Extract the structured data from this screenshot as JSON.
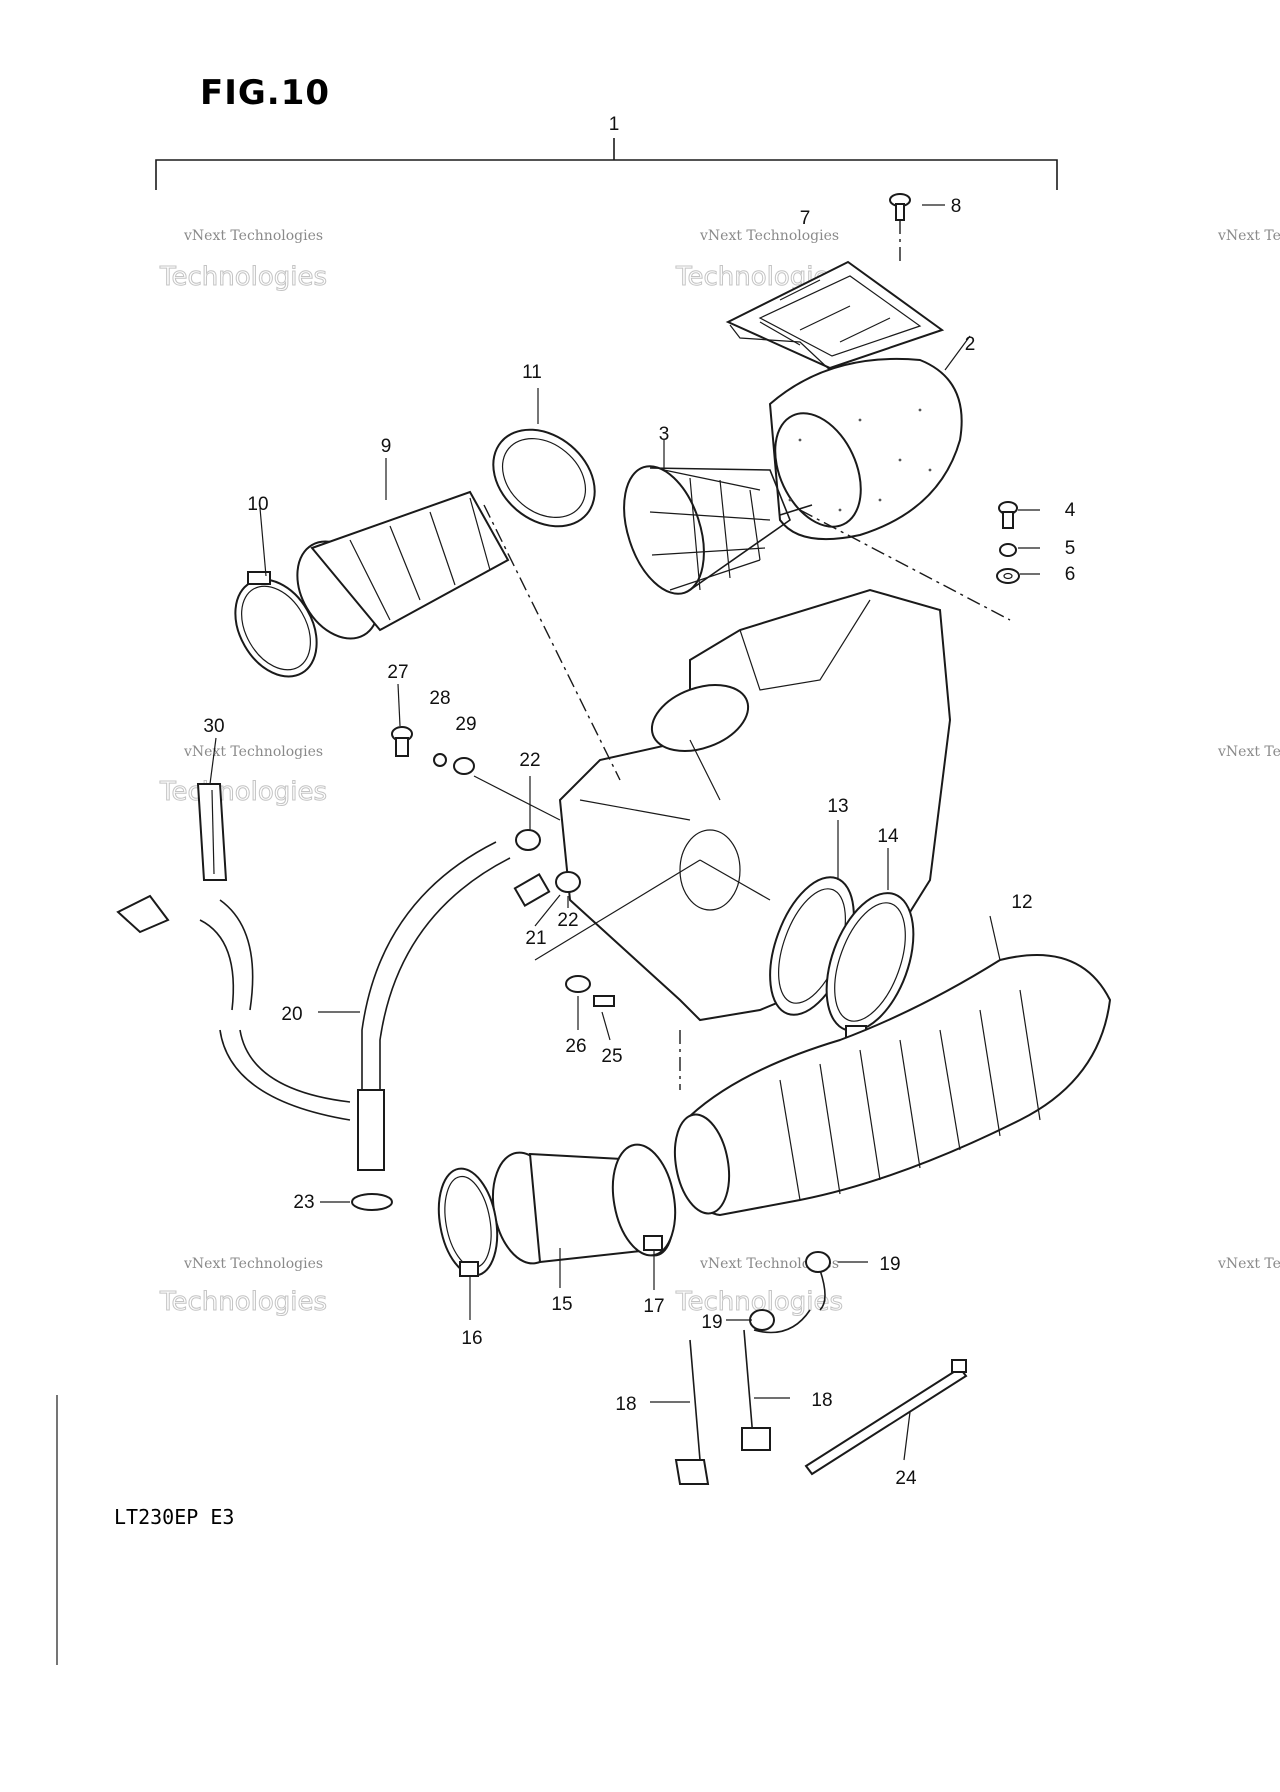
{
  "figure": {
    "title": "FIG.10",
    "model": "LT230EP  E3"
  },
  "watermark": {
    "line1": "vNext Technologies",
    "line2": "vNext Technologies"
  },
  "parts": [
    {
      "id": "1",
      "label": "1"
    },
    {
      "id": "2",
      "label": "2"
    },
    {
      "id": "3",
      "label": "3"
    },
    {
      "id": "4",
      "label": "4"
    },
    {
      "id": "5",
      "label": "5"
    },
    {
      "id": "6",
      "label": "6"
    },
    {
      "id": "7",
      "label": "7"
    },
    {
      "id": "8",
      "label": "8"
    },
    {
      "id": "9",
      "label": "9"
    },
    {
      "id": "10",
      "label": "10"
    },
    {
      "id": "11",
      "label": "11"
    },
    {
      "id": "12",
      "label": "12"
    },
    {
      "id": "13",
      "label": "13"
    },
    {
      "id": "14",
      "label": "14"
    },
    {
      "id": "15",
      "label": "15"
    },
    {
      "id": "16",
      "label": "16"
    },
    {
      "id": "17",
      "label": "17"
    },
    {
      "id": "18a",
      "label": "18"
    },
    {
      "id": "18b",
      "label": "18"
    },
    {
      "id": "19a",
      "label": "19"
    },
    {
      "id": "19b",
      "label": "19"
    },
    {
      "id": "20",
      "label": "20"
    },
    {
      "id": "21",
      "label": "21"
    },
    {
      "id": "22a",
      "label": "22"
    },
    {
      "id": "22b",
      "label": "22"
    },
    {
      "id": "23",
      "label": "23"
    },
    {
      "id": "24",
      "label": "24"
    },
    {
      "id": "25",
      "label": "25"
    },
    {
      "id": "26",
      "label": "26"
    },
    {
      "id": "27",
      "label": "27"
    },
    {
      "id": "28",
      "label": "28"
    },
    {
      "id": "29",
      "label": "29"
    },
    {
      "id": "30",
      "label": "30"
    }
  ]
}
